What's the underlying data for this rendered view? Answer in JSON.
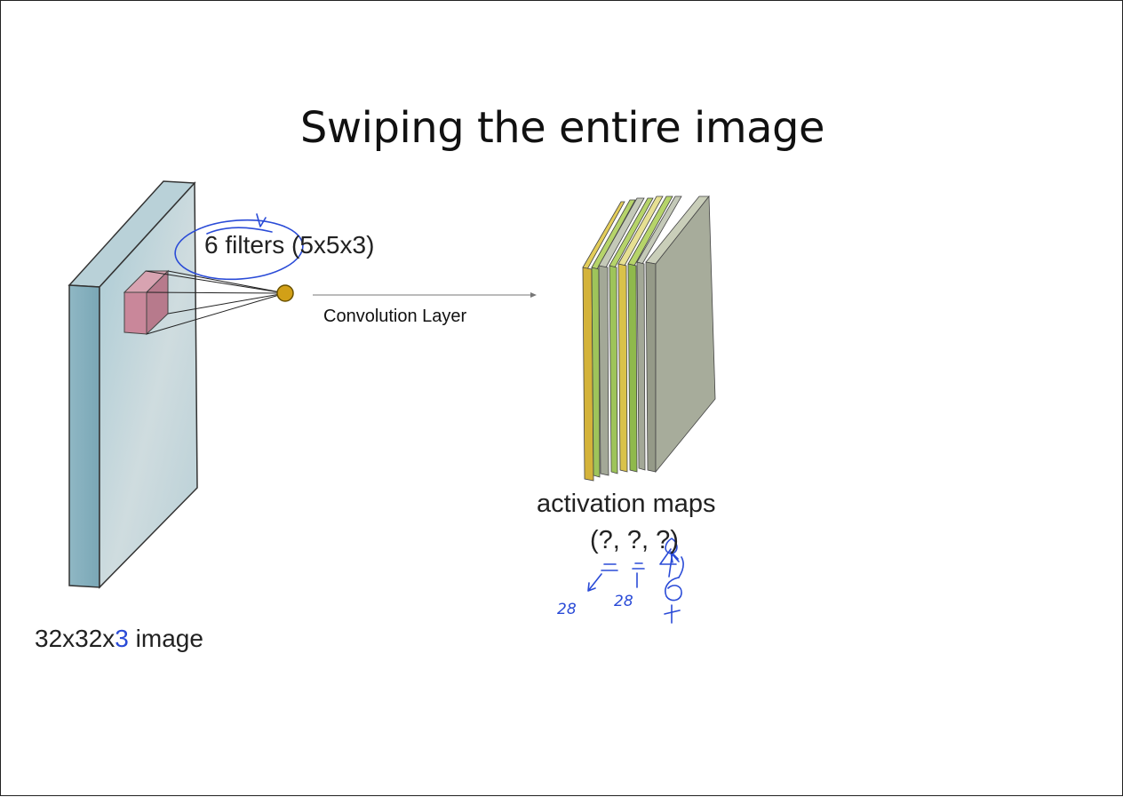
{
  "slide": {
    "title": "Swiping the entire image"
  },
  "filter_label": "6 filters (5x5x3)",
  "connector_label": "Convolution Layer",
  "input_label": {
    "prefix": "32x32x",
    "highlight": "3",
    "suffix": " image"
  },
  "output_label": {
    "title": "activation maps",
    "dims": "(?, ?, ?)"
  },
  "annotations": {
    "dim1": "28",
    "dim2": "28"
  },
  "colors": {
    "accent_blue": "#2a4bd7",
    "input_volume": "#9fc3cf",
    "filter_cube": "#c98a9a",
    "neuron": "#d2a017",
    "map_yellow": "#d9c24a",
    "map_green": "#9ec45a",
    "map_gray": "#a3a897"
  },
  "icons": {
    "arrow": "right-arrow",
    "neuron": "filled-circle"
  }
}
